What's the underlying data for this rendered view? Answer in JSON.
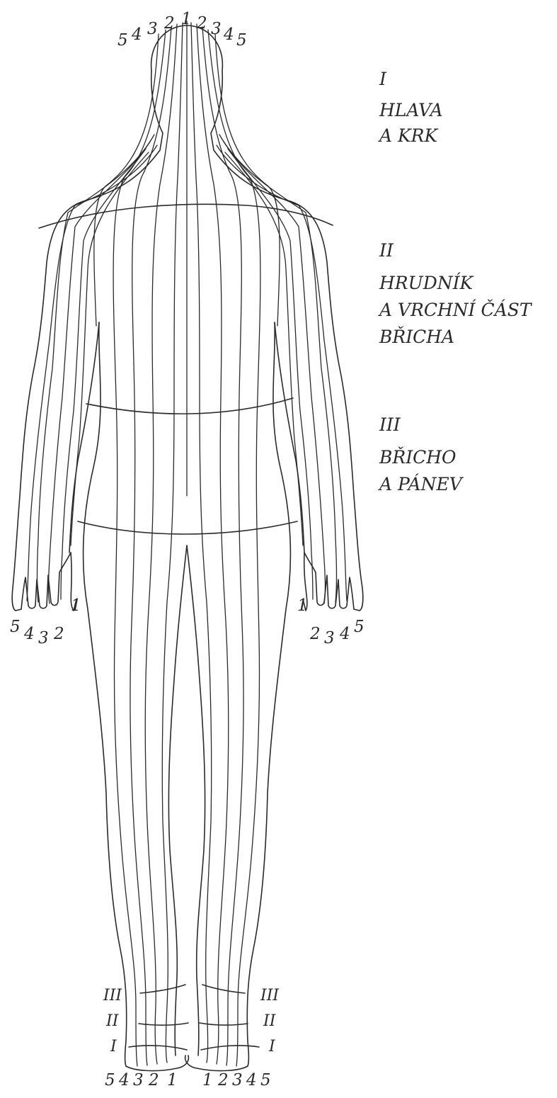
{
  "zones": [
    {
      "numeral": "I",
      "lines": [
        "HLAVA",
        "A KRK"
      ]
    },
    {
      "numeral": "II",
      "lines": [
        "HRUDNÍK",
        "A VRCHNÍ ČÁST",
        "BŘICHA"
      ]
    },
    {
      "numeral": "III",
      "lines": [
        "BŘICHO",
        "A PÁNEV"
      ]
    }
  ],
  "head_numbers": {
    "left": [
      "5",
      "4",
      "3",
      "2"
    ],
    "center": "1",
    "right": [
      "2",
      "3",
      "4",
      "5"
    ]
  },
  "left_hand_numbers": [
    "5",
    "4",
    "3",
    "2",
    "1"
  ],
  "right_hand_numbers": [
    "1",
    "2",
    "3",
    "4",
    "5"
  ],
  "left_foot_numbers": [
    "5",
    "4",
    "3",
    "2",
    "1"
  ],
  "right_foot_numbers": [
    "1",
    "2",
    "3",
    "4",
    "5"
  ],
  "foot_zone_labels": [
    "III",
    "II",
    "I"
  ]
}
